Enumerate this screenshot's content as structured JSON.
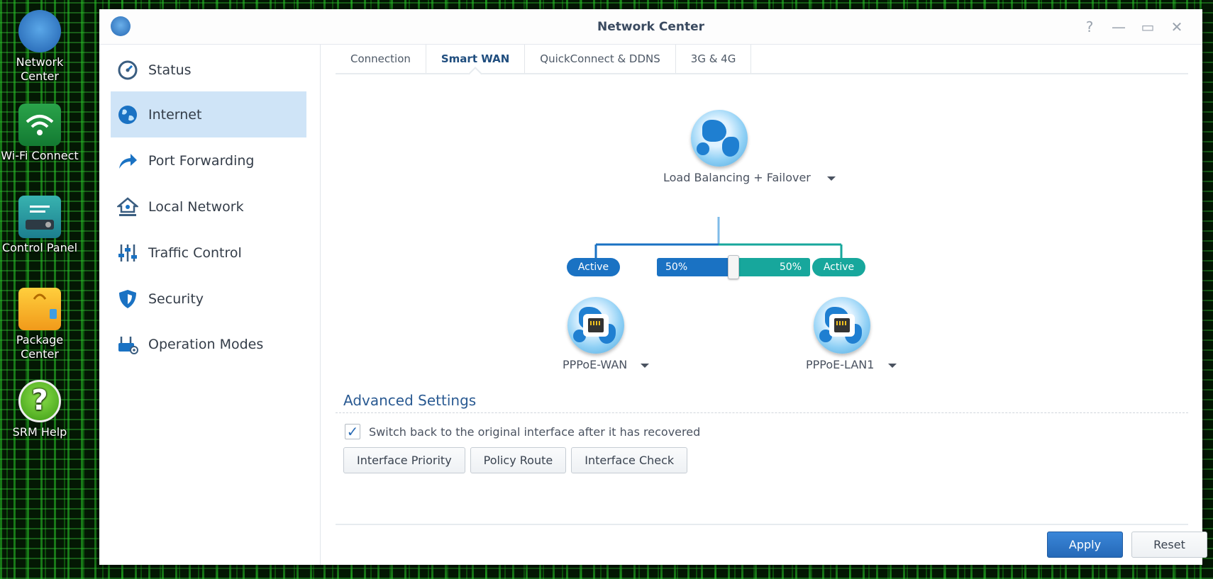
{
  "desktop": {
    "items": [
      {
        "label": "Network Center",
        "icon": "network-center-icon"
      },
      {
        "label": "Wi-Fi Connect",
        "icon": "wifi-icon"
      },
      {
        "label": "Control Panel",
        "icon": "control-panel-icon"
      },
      {
        "label": "Package Center",
        "icon": "package-center-icon"
      },
      {
        "label": "SRM Help",
        "icon": "help-icon"
      }
    ]
  },
  "window": {
    "title": "Network Center",
    "controls": {
      "help": "?",
      "minimize": "—",
      "maximize": "▭",
      "close": "✕"
    }
  },
  "sidebar": {
    "items": [
      {
        "label": "Status",
        "icon": "gauge-icon"
      },
      {
        "label": "Internet",
        "icon": "globe-icon"
      },
      {
        "label": "Port Forwarding",
        "icon": "forward-arrow-icon"
      },
      {
        "label": "Local Network",
        "icon": "home-network-icon"
      },
      {
        "label": "Traffic Control",
        "icon": "sliders-icon"
      },
      {
        "label": "Security",
        "icon": "shield-icon"
      },
      {
        "label": "Operation Modes",
        "icon": "router-gear-icon"
      }
    ],
    "active_index": 1
  },
  "tabs": [
    {
      "label": "Connection"
    },
    {
      "label": "Smart WAN"
    },
    {
      "label": "QuickConnect & DDNS"
    },
    {
      "label": "3G & 4G"
    }
  ],
  "smart_wan": {
    "mode_label": "Load Balancing + Failover",
    "left": {
      "status": "Active",
      "interface": "PPPoE-WAN",
      "percent_label": "50%"
    },
    "right": {
      "status": "Active",
      "interface": "PPPoE-LAN1",
      "percent_label": "50%"
    },
    "balance_fraction": 0.5,
    "colors": {
      "primary": "#1a72c3",
      "secondary": "#17a79c"
    }
  },
  "advanced": {
    "title": "Advanced Settings",
    "switch_back_label": "Switch back to the original interface after it has recovered",
    "switch_back_checked": true,
    "buttons": {
      "priority": "Interface Priority",
      "policy": "Policy Route",
      "check": "Interface Check"
    }
  },
  "footer": {
    "apply": "Apply",
    "reset": "Reset"
  }
}
